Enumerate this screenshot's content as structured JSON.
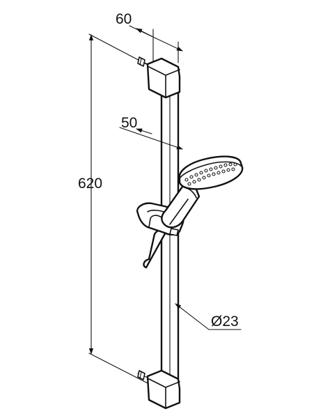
{
  "dimensions": {
    "width_top": "60",
    "width_mid": "50",
    "height": "620",
    "diameter": "Ø23"
  },
  "colors": {
    "line": "#111111",
    "background": "#ffffff"
  }
}
